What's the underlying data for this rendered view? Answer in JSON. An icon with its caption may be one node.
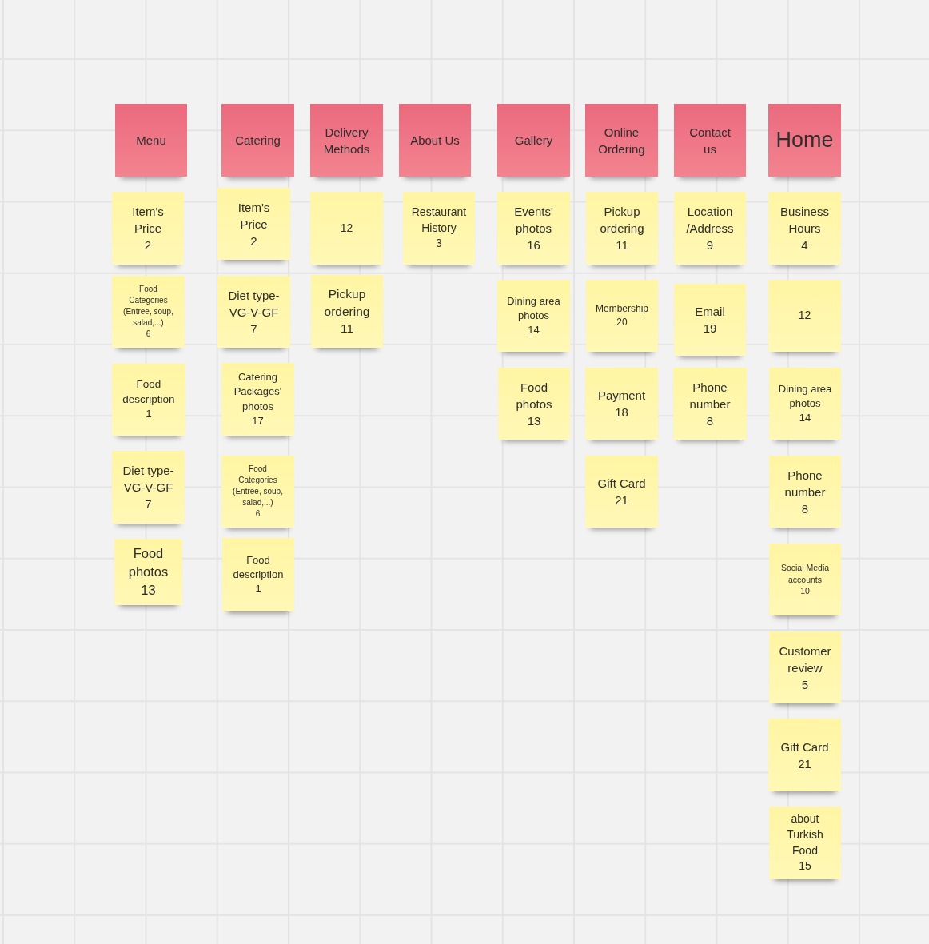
{
  "diagram": {
    "nodes": [
      {
        "text": [
          "Menu"
        ]
      },
      {
        "text": [
          "Item's Price",
          "2"
        ]
      },
      {
        "text": [
          "Food Categories (Entree, soup, salad,...)",
          "6"
        ]
      },
      {
        "text": [
          "Food description",
          "1"
        ]
      },
      {
        "text": [
          "Diet type-VG-V-GF",
          "7"
        ]
      },
      {
        "text": [
          "Food photos",
          "13"
        ]
      },
      {
        "text": [
          "Catering"
        ]
      },
      {
        "text": [
          "Item's Price",
          "2"
        ]
      },
      {
        "text": [
          "Diet type-VG-V-GF",
          "7"
        ]
      },
      {
        "text": [
          "Catering Packages' photos",
          "17"
        ]
      },
      {
        "text": [
          "Food Categories (Entree, soup, salad,...)",
          "6"
        ]
      },
      {
        "text": [
          "Food description",
          "1"
        ]
      },
      {
        "text": [
          "Delivery Methods"
        ]
      },
      {
        "text": [
          "12"
        ]
      },
      {
        "text": [
          "Pickup ordering",
          "11"
        ]
      },
      {
        "text": [
          "About Us"
        ]
      },
      {
        "text": [
          "Restaurant History",
          "3"
        ]
      },
      {
        "text": [
          "Gallery"
        ]
      },
      {
        "text": [
          "Events' photos",
          "16"
        ]
      },
      {
        "text": [
          "Dining area photos",
          "14"
        ]
      },
      {
        "text": [
          "Food photos",
          "13"
        ]
      },
      {
        "text": [
          "Online Ordering"
        ]
      },
      {
        "text": [
          "Pickup ordering",
          "11"
        ]
      },
      {
        "text": [
          "Membership",
          "20"
        ]
      },
      {
        "text": [
          "Payment",
          "18"
        ]
      },
      {
        "text": [
          "Gift Card",
          "21"
        ]
      },
      {
        "text": [
          "Contact us"
        ]
      },
      {
        "text": [
          "Location /Address",
          "9"
        ]
      },
      {
        "text": [
          "Email",
          "19"
        ]
      },
      {
        "text": [
          "Phone number",
          "8"
        ]
      },
      {
        "text": [
          "Home"
        ]
      },
      {
        "text": [
          "Business Hours",
          "4"
        ]
      },
      {
        "text": [
          "12"
        ]
      },
      {
        "text": [
          "Dining area photos",
          "14"
        ]
      },
      {
        "text": [
          "Phone number",
          "8"
        ]
      },
      {
        "text": [
          "Social Media accounts",
          "10"
        ]
      },
      {
        "text": [
          "Customer review",
          "5"
        ]
      },
      {
        "text": [
          "Gift Card",
          "21"
        ]
      },
      {
        "text": [
          "about Turkish Food",
          "15"
        ]
      }
    ]
  }
}
